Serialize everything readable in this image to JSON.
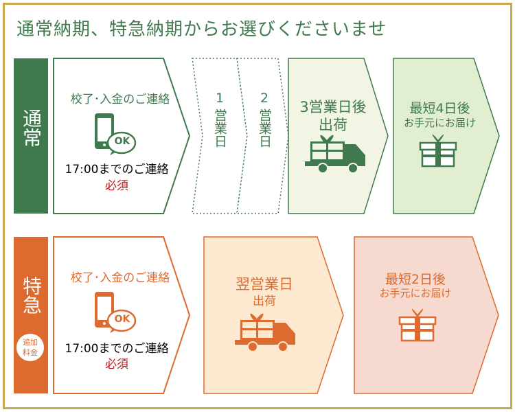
{
  "title": "通常納期、特急納期からお選びくださいませ",
  "colors": {
    "frame": "#c9a84c",
    "normal": "#3f7a4f",
    "normal_pale": "#f2f5e3",
    "normal_light": "#e1eecf",
    "express": "#dd6b2f",
    "express_pale": "#fde9d0",
    "express_light": "#f6d9cf",
    "required": "#c4161c"
  },
  "normal": {
    "label": "通常",
    "step1": {
      "heading": "校了･入金のご連絡",
      "icon": "smartphone-ok-icon",
      "ok": "OK",
      "deadline": "17:00までのご連絡",
      "required": "必須"
    },
    "day1": {
      "num": "1",
      "text": "営業日"
    },
    "day2": {
      "num": "2",
      "text": "営業日"
    },
    "ship": {
      "line1": "3営業日後",
      "line2": "出荷",
      "icon": "delivery-truck-icon"
    },
    "deliver": {
      "line1": "最短4日後",
      "line2": "お手元にお届け",
      "icon": "gift-box-icon"
    }
  },
  "express": {
    "label": "特急",
    "badge": [
      "追加",
      "料金"
    ],
    "step1": {
      "heading": "校了･入金のご連絡",
      "icon": "smartphone-ok-icon",
      "ok": "OK",
      "deadline": "17:00までのご連絡",
      "required": "必須"
    },
    "ship": {
      "line1": "翌営業日",
      "line2": "出荷",
      "icon": "delivery-truck-icon"
    },
    "deliver": {
      "line1": "最短2日後",
      "line2": "お手元にお届け",
      "icon": "gift-box-icon"
    }
  }
}
